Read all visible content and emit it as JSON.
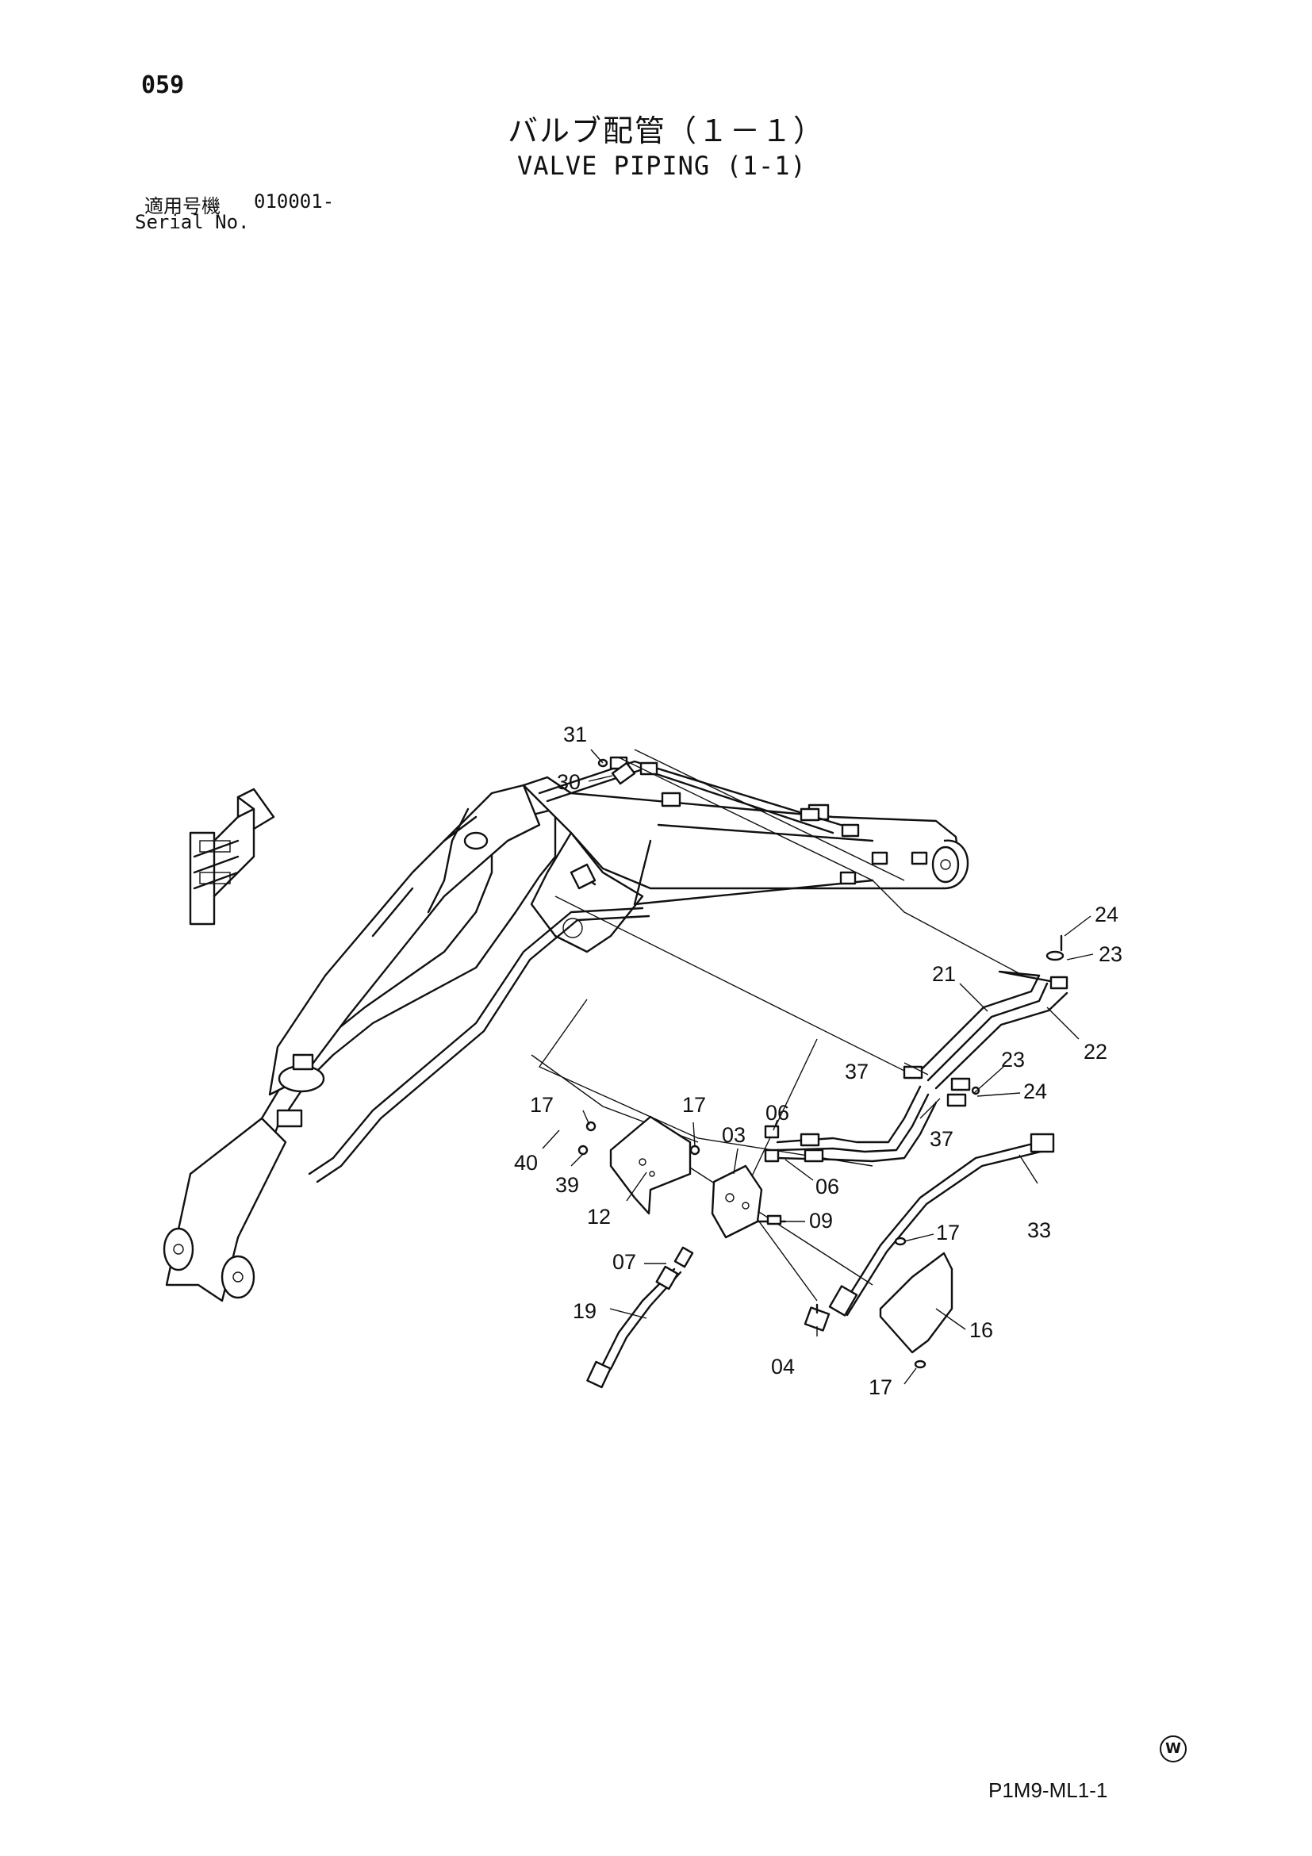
{
  "header": {
    "page_number": "059",
    "title_jp": "バルブ配管（１－１）",
    "title_en": "VALVE PIPING (1-1)",
    "serial_label_jp": "適用号機",
    "serial_value": "010001-",
    "serial_label_en": "Serial No."
  },
  "footer": {
    "mark": "W",
    "drawing_code": "P1M9-ML1-1"
  },
  "callouts": [
    {
      "id": "31"
    },
    {
      "id": "30"
    },
    {
      "id": "24"
    },
    {
      "id": "23"
    },
    {
      "id": "21"
    },
    {
      "id": "22"
    },
    {
      "id": "23"
    },
    {
      "id": "24"
    },
    {
      "id": "37"
    },
    {
      "id": "37"
    },
    {
      "id": "17"
    },
    {
      "id": "17"
    },
    {
      "id": "06"
    },
    {
      "id": "03"
    },
    {
      "id": "40"
    },
    {
      "id": "39"
    },
    {
      "id": "06"
    },
    {
      "id": "12"
    },
    {
      "id": "09"
    },
    {
      "id": "33"
    },
    {
      "id": "17"
    },
    {
      "id": "07"
    },
    {
      "id": "19"
    },
    {
      "id": "16"
    },
    {
      "id": "04"
    },
    {
      "id": "17"
    }
  ]
}
